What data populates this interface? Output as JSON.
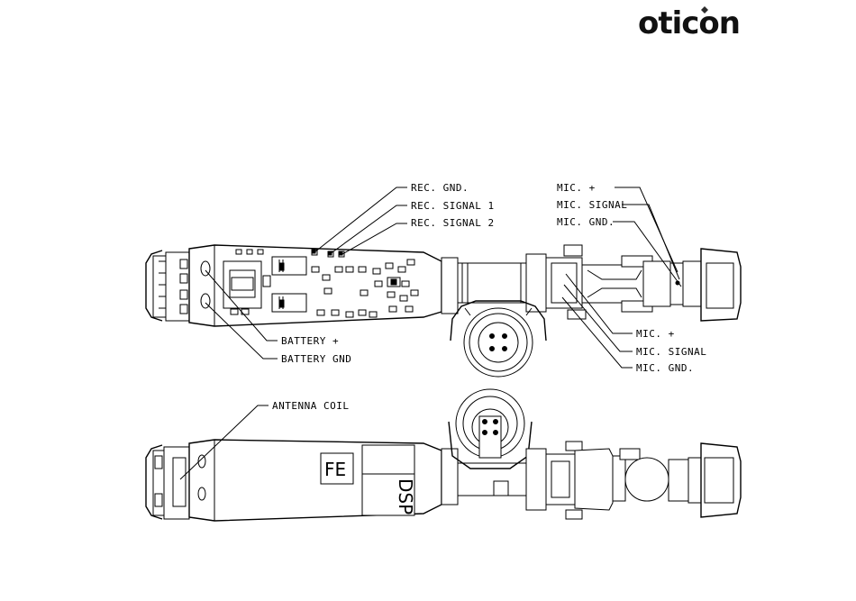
{
  "brand": {
    "name": "oticon",
    "dot_color": "#2b2b2b"
  },
  "top_view": {
    "labels": {
      "rec_gnd": "REC. GND.",
      "rec_signal_1": "REC. SIGNAL 1",
      "rec_signal_2": "REC. SIGNAL 2",
      "mic_plus_upper": "MIC. +",
      "mic_signal_upper": "MIC. SIGNAL",
      "mic_gnd_upper": "MIC. GND.",
      "mic_plus_lower": "MIC. +",
      "mic_signal_lower": "MIC. SIGNAL",
      "mic_gnd_lower": "MIC. GND.",
      "battery_plus": "BATTERY +",
      "battery_gnd": "BATTERY GND"
    }
  },
  "bottom_view": {
    "labels": {
      "antenna_coil": "ANTENNA COIL",
      "fe_chip": "FE",
      "dsp_chip": "DSP"
    }
  }
}
